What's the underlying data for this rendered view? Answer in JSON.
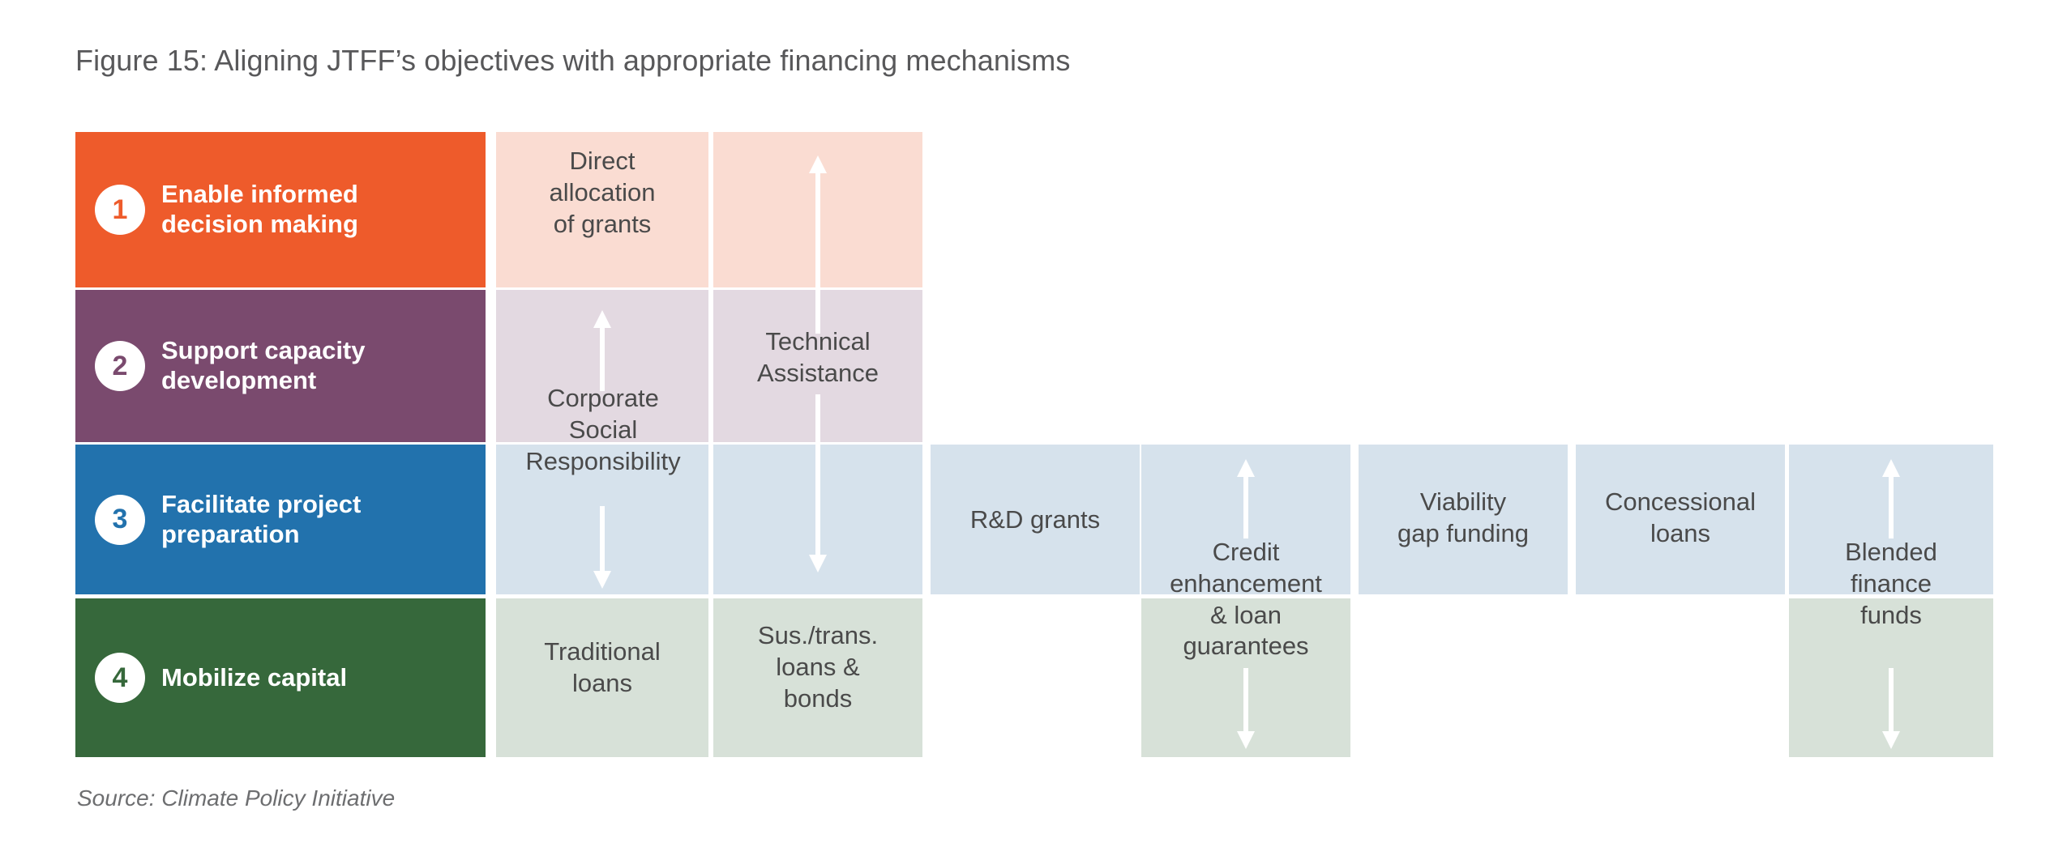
{
  "figure": {
    "title": "Figure 15: Aligning JTFF’s objectives with appropriate financing mechanisms",
    "source": "Source: Climate Policy Initiative"
  },
  "objectives": [
    {
      "number": "1",
      "label_line1": "Enable informed",
      "label_line2": "decision making",
      "color": "#ee5b2b"
    },
    {
      "number": "2",
      "label_line1": "Support capacity",
      "label_line2": "development",
      "color": "#7a4a6e"
    },
    {
      "number": "3",
      "label_line1": "Facilitate project",
      "label_line2": "preparation",
      "color": "#2272ad"
    },
    {
      "number": "4",
      "label_line1": "Mobilize capital",
      "label_line2": "",
      "color": "#36683b"
    }
  ],
  "row_colors": {
    "row1": "#fadcd2",
    "row2": "#e3d9e1",
    "row3": "#d6e2ec",
    "row4": "#d7e1d8"
  },
  "mechanisms": [
    {
      "name": "Direct allocation of grants",
      "lines": [
        "Direct",
        "allocation",
        "of grants"
      ],
      "rows": [
        "1"
      ],
      "arrows": []
    },
    {
      "name": "Corporate Social Responsibility",
      "lines": [
        "Corporate",
        "Social",
        "Responsibility"
      ],
      "rows": [
        "2",
        "3"
      ],
      "arrows": [
        "up",
        "down"
      ]
    },
    {
      "name": "Technical Assistance",
      "lines": [
        "Technical",
        "Assistance"
      ],
      "rows": [
        "1",
        "2",
        "3"
      ],
      "arrows": [
        "up",
        "down"
      ]
    },
    {
      "name": "Sus./trans. loans & bonds",
      "lines": [
        "Sus./trans.",
        "loans &",
        "bonds"
      ],
      "rows": [
        "4"
      ],
      "arrows": []
    },
    {
      "name": "Traditional loans",
      "lines": [
        "Traditional",
        "loans"
      ],
      "rows": [
        "4"
      ],
      "arrows": []
    },
    {
      "name": "R&D grants",
      "lines": [
        "R&D grants"
      ],
      "rows": [
        "3"
      ],
      "arrows": []
    },
    {
      "name": "Credit enhancement & loan guarantees",
      "lines": [
        "Credit",
        "enhancement",
        "& loan",
        "guarantees"
      ],
      "rows": [
        "3",
        "4"
      ],
      "arrows": [
        "up",
        "down"
      ]
    },
    {
      "name": "Viability gap funding",
      "lines": [
        "Viability",
        "gap funding"
      ],
      "rows": [
        "3"
      ],
      "arrows": []
    },
    {
      "name": "Concessional loans",
      "lines": [
        "Concessional",
        "loans"
      ],
      "rows": [
        "3"
      ],
      "arrows": []
    },
    {
      "name": "Blended finance funds",
      "lines": [
        "Blended",
        "finance",
        "funds"
      ],
      "rows": [
        "3",
        "4"
      ],
      "arrows": [
        "up",
        "down"
      ]
    }
  ],
  "labels": {
    "direct_allocation": "Direct\nallocation\nof grants",
    "csr": "Corporate\nSocial\nResponsibility",
    "technical_assistance": "Technical\nAssistance",
    "traditional_loans": "Traditional\nloans",
    "sus_trans": "Sus./trans.\nloans &\nbonds",
    "rd_grants": "R&D grants",
    "credit_enhancement": "Credit\nenhancement\n& loan\nguarantees",
    "viability_gap": "Viability\ngap funding",
    "concessional_loans": "Concessional\nloans",
    "blended_finance": "Blended\nfinance\nfunds"
  },
  "label_lines": {
    "direct_allocation": [
      "Direct",
      "allocation",
      "of grants"
    ],
    "csr": [
      "Corporate",
      "Social",
      "Responsibility"
    ],
    "technical_assistance": [
      "Technical",
      "Assistance"
    ],
    "traditional_loans": [
      "Traditional",
      "loans"
    ],
    "sus_trans": [
      "Sus./trans.",
      "loans &",
      "bonds"
    ],
    "rd_grants": [
      "R&D grants"
    ],
    "credit_enhancement": [
      "Credit",
      "enhancement",
      "& loan",
      "guarantees"
    ],
    "viability_gap": [
      "Viability",
      "gap funding"
    ],
    "concessional_loans": [
      "Concessional",
      "loans"
    ],
    "blended_finance": [
      "Blended",
      "finance",
      "funds"
    ]
  }
}
